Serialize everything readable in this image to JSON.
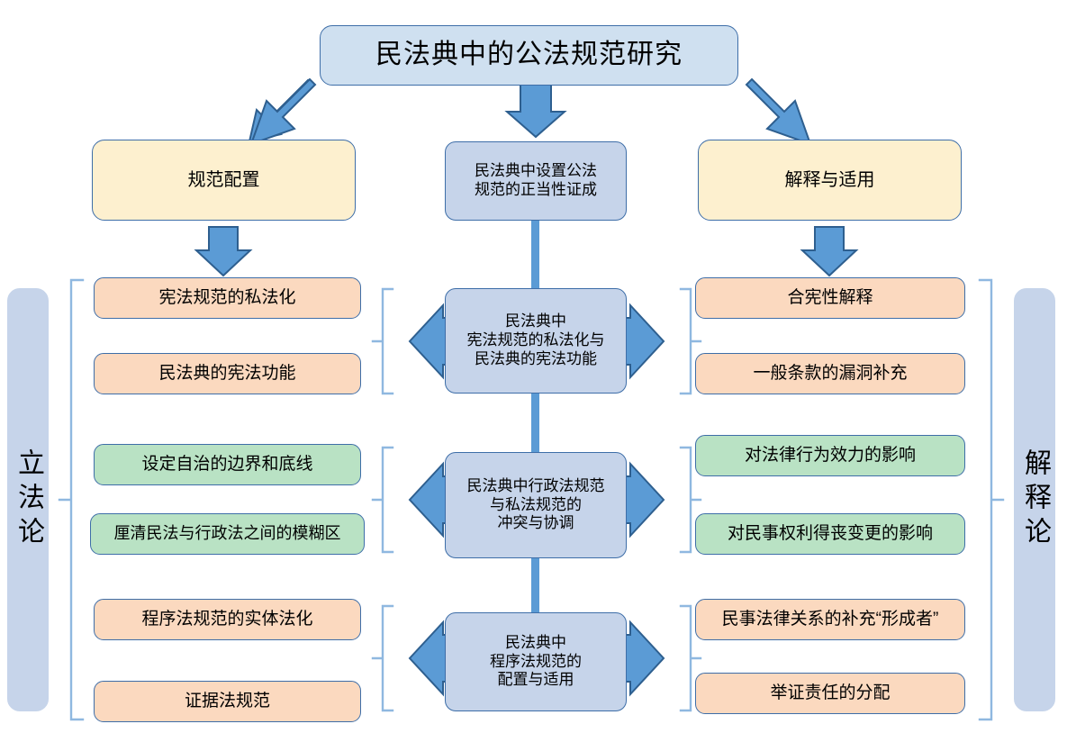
{
  "diagram": {
    "title": "民法典中的公法规范研究",
    "side_labels": {
      "left": "立法论",
      "right": "解释论"
    },
    "categories": {
      "left": "规范配置",
      "right": "解释与适用"
    },
    "center_nodes": [
      {
        "text": "民法典中设置公法\n规范的正当性证成"
      },
      {
        "text": "民法典中\n宪法规范的私法化与\n民法典的宪法功能"
      },
      {
        "text": "民法典中行政法规范\n与私法规范的\n冲突与协调"
      },
      {
        "text": "民法典中\n程序法规范的\n配置与适用"
      }
    ],
    "left_items": [
      {
        "text": "宪法规范的私法化",
        "color": "#fbd9bf"
      },
      {
        "text": "民法典的宪法功能",
        "color": "#fbd9bf"
      },
      {
        "text": "设定自治的边界和底线",
        "color": "#b9e2c4"
      },
      {
        "text": "厘清民法与行政法之间的模糊区",
        "color": "#b9e2c4"
      },
      {
        "text": "程序法规范的实体法化",
        "color": "#fbd9bf"
      },
      {
        "text": "证据法规范",
        "color": "#fbd9bf"
      }
    ],
    "right_items": [
      {
        "text": "合宪性解释",
        "color": "#fbd9bf"
      },
      {
        "text": "一般条款的漏洞补充",
        "color": "#fbd9bf"
      },
      {
        "text": "对法律行为效力的影响",
        "color": "#b9e2c4"
      },
      {
        "text": "对民事权利得丧变更的影响",
        "color": "#b9e2c4"
      },
      {
        "text": "民事法律关系的补充“形成者”",
        "color": "#fbd9bf"
      },
      {
        "text": "举证责任的分配",
        "color": "#fbd9bf"
      }
    ],
    "colors": {
      "title_fill": "#cfe0f0",
      "category_fill": "#fdf0cf",
      "center_fill": "#c6d4ea",
      "peach_fill": "#fbd9bf",
      "green_fill": "#b9e2c4",
      "border": "#3e6ea8",
      "arrow": "#5b9bd5",
      "arrow_border": "#2e5f8f",
      "bracket": "#8fb8e0"
    }
  }
}
